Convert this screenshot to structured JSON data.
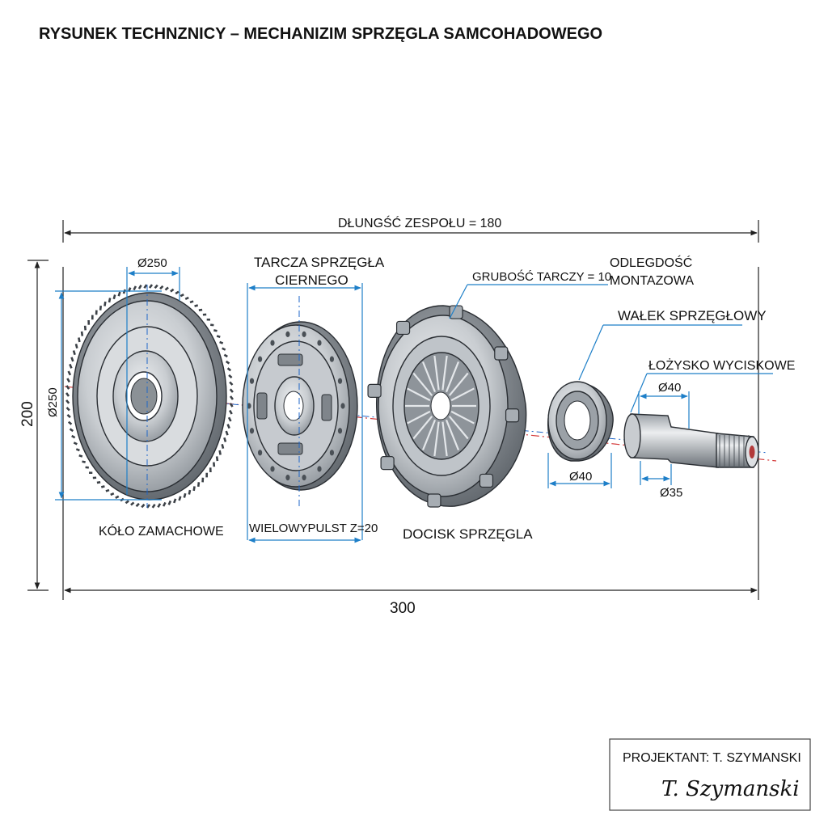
{
  "title": "RYSUNEK TECHNZNICY – MECHANIZIM SPRZĘGLA SAMCOHADOWEGO",
  "dimensions": {
    "overall_top": "DŁUNGŚĆ ZESPOŁU = 180",
    "overall_bottom": "300",
    "overall_height": "200",
    "flywheel_dia_top": "Ø250",
    "flywheel_dia_side": "Ø250",
    "disc_thickness": "GRUBOŚĆ TARCZY = 10",
    "bearing_dia": "Ø40",
    "shaft_dia_top": "Ø40",
    "shaft_dia_bottom": "Ø35"
  },
  "labels": {
    "flywheel": "KÓŁO ZAMACHOWE",
    "friction_disc_line1": "TARCZA SPRZĘGŁA",
    "friction_disc_line2": "CIERNEGO",
    "spline": "WIELOWYPULST Z=20",
    "pressure_plate": "DOCISK SPRZĘGLA",
    "mount_distance_line1": "ODLEGDOŚĆ",
    "mount_distance_line2": "MONTAZOWA",
    "clutch_shaft": "WAŁEK SPRZĘGŁOWY",
    "release_bearing": "ŁOŻYSKO WYCISKOWE"
  },
  "title_block": {
    "designer": "PROJEKTANT: T. SZYMANSKI",
    "signature": "T. Szymanski"
  },
  "colors": {
    "dimension": "#1e7fc8",
    "axis": "#d43a3a",
    "metal_light": "#d7dadd",
    "metal_dark": "#7d838a"
  }
}
